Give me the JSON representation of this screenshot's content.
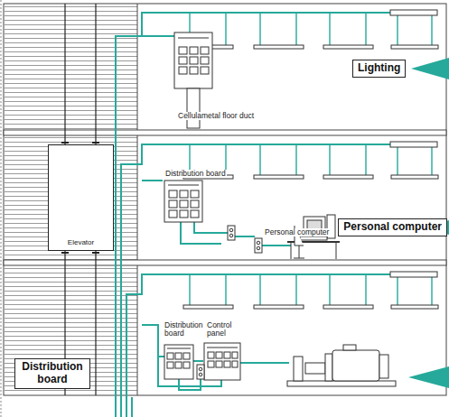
{
  "diagram": {
    "nodes": [
      {
        "text": [
          "Lighting"
        ]
      },
      {
        "text": [
          "Elevator"
        ]
      },
      {
        "text": [
          "Personal computer"
        ]
      },
      {
        "text": [
          "Distribution board"
        ]
      }
    ],
    "labels": [
      "Cellulametal floor duct",
      "Distribution board",
      "Personal computer",
      "Distribution board",
      "Control panel"
    ]
  }
}
